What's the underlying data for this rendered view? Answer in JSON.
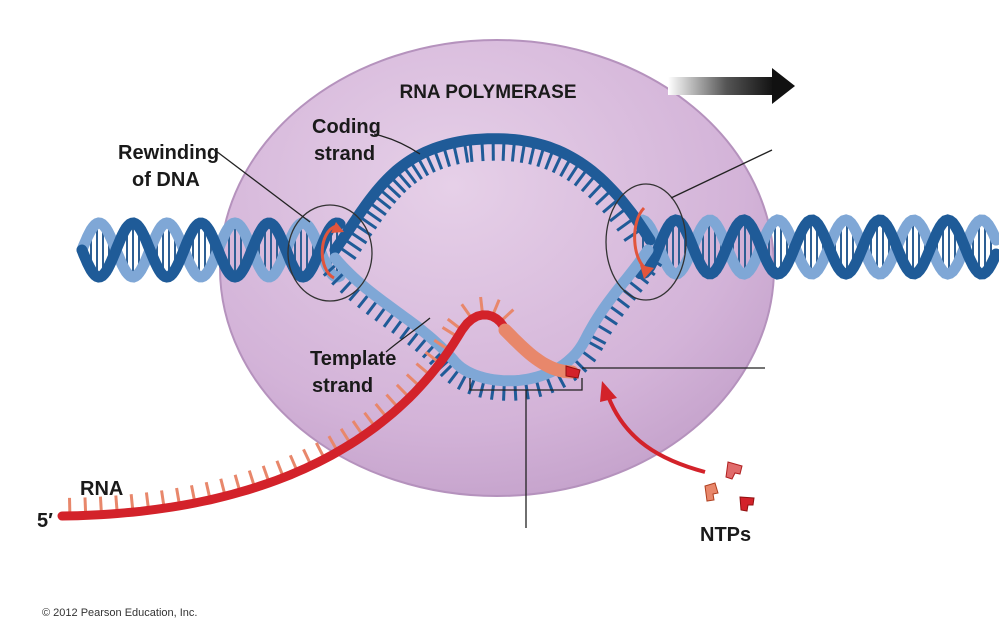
{
  "labels": {
    "enzyme": "RNA POLYMERASE",
    "coding_line1": "Coding",
    "coding_line2": "strand",
    "rewinding_line1": "Rewinding",
    "rewinding_line2": "of DNA",
    "template_line1": "Template",
    "template_line2": "strand",
    "rna": "RNA",
    "five_prime": "5′",
    "ntps": "NTPs"
  },
  "copyright": "© 2012 Pearson Education, Inc.",
  "colors": {
    "enzyme_fill": "#d7b8dc",
    "enzyme_edge": "#b592bd",
    "dna_dark": "#1f5b98",
    "dna_light": "#7fa7d6",
    "rna_red": "#d3222a",
    "rna_light": "#e8876b",
    "arrow_black": "#111111"
  }
}
